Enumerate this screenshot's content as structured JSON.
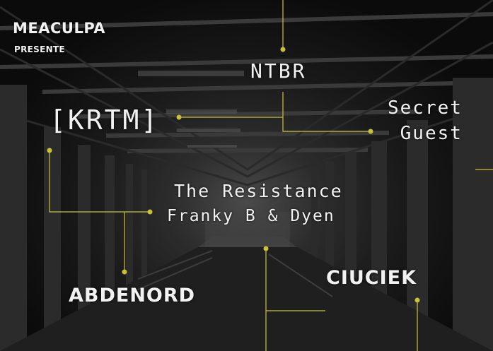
{
  "brand": {
    "name": "MEACULPA",
    "subtitle": "PRESENTE"
  },
  "artists": {
    "ntbr": "NTBR",
    "secret_line1": "Secret",
    "secret_line2": "Guest",
    "krtm": "[KRTM]",
    "resistance": "The Resistance",
    "franky": "Franky B & Dyen",
    "ciuciek": "CIUCIEK",
    "abdenord": "ABDENORD"
  },
  "colors": {
    "accent": "#c8c23a",
    "text": "#f2f2f2",
    "background": "#111111"
  }
}
